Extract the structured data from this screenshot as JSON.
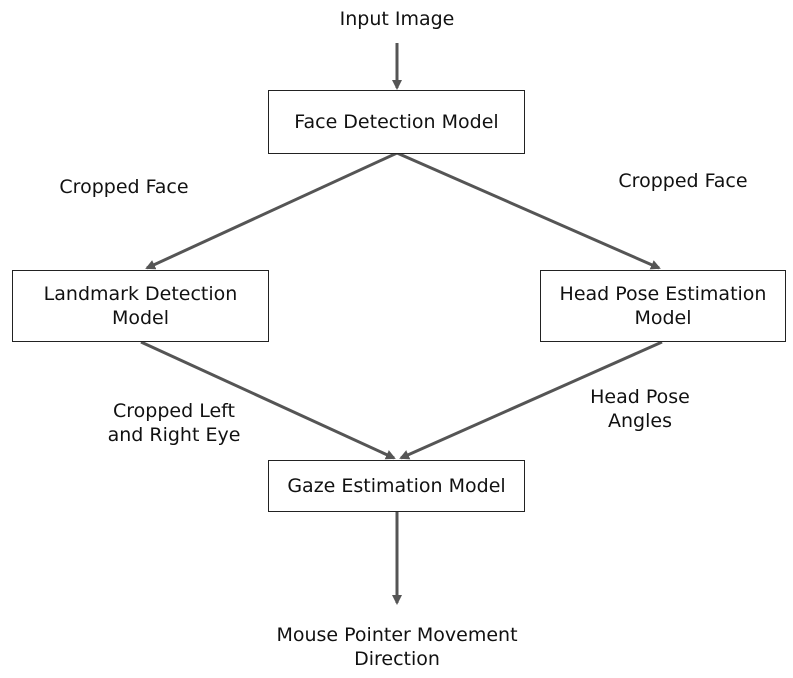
{
  "input": {
    "text": "Input Image"
  },
  "nodes": {
    "face_detection": "Face Detection Model",
    "landmark_detection": "Landmark Detection\nModel",
    "head_pose_estimation": "Head Pose Estimation\nModel",
    "gaze_estimation": "Gaze Estimation Model"
  },
  "edges": {
    "face_to_landmark": "Cropped Face",
    "face_to_headpose": "Cropped Face",
    "landmark_to_gaze": "Cropped Left\nand Right Eye",
    "headpose_to_gaze": "Head Pose\nAngles"
  },
  "output": {
    "text": "Mouse Pointer Movement\nDirection"
  },
  "colors": {
    "arrow": "#555555",
    "box_border": "#222222",
    "text": "#111111"
  }
}
